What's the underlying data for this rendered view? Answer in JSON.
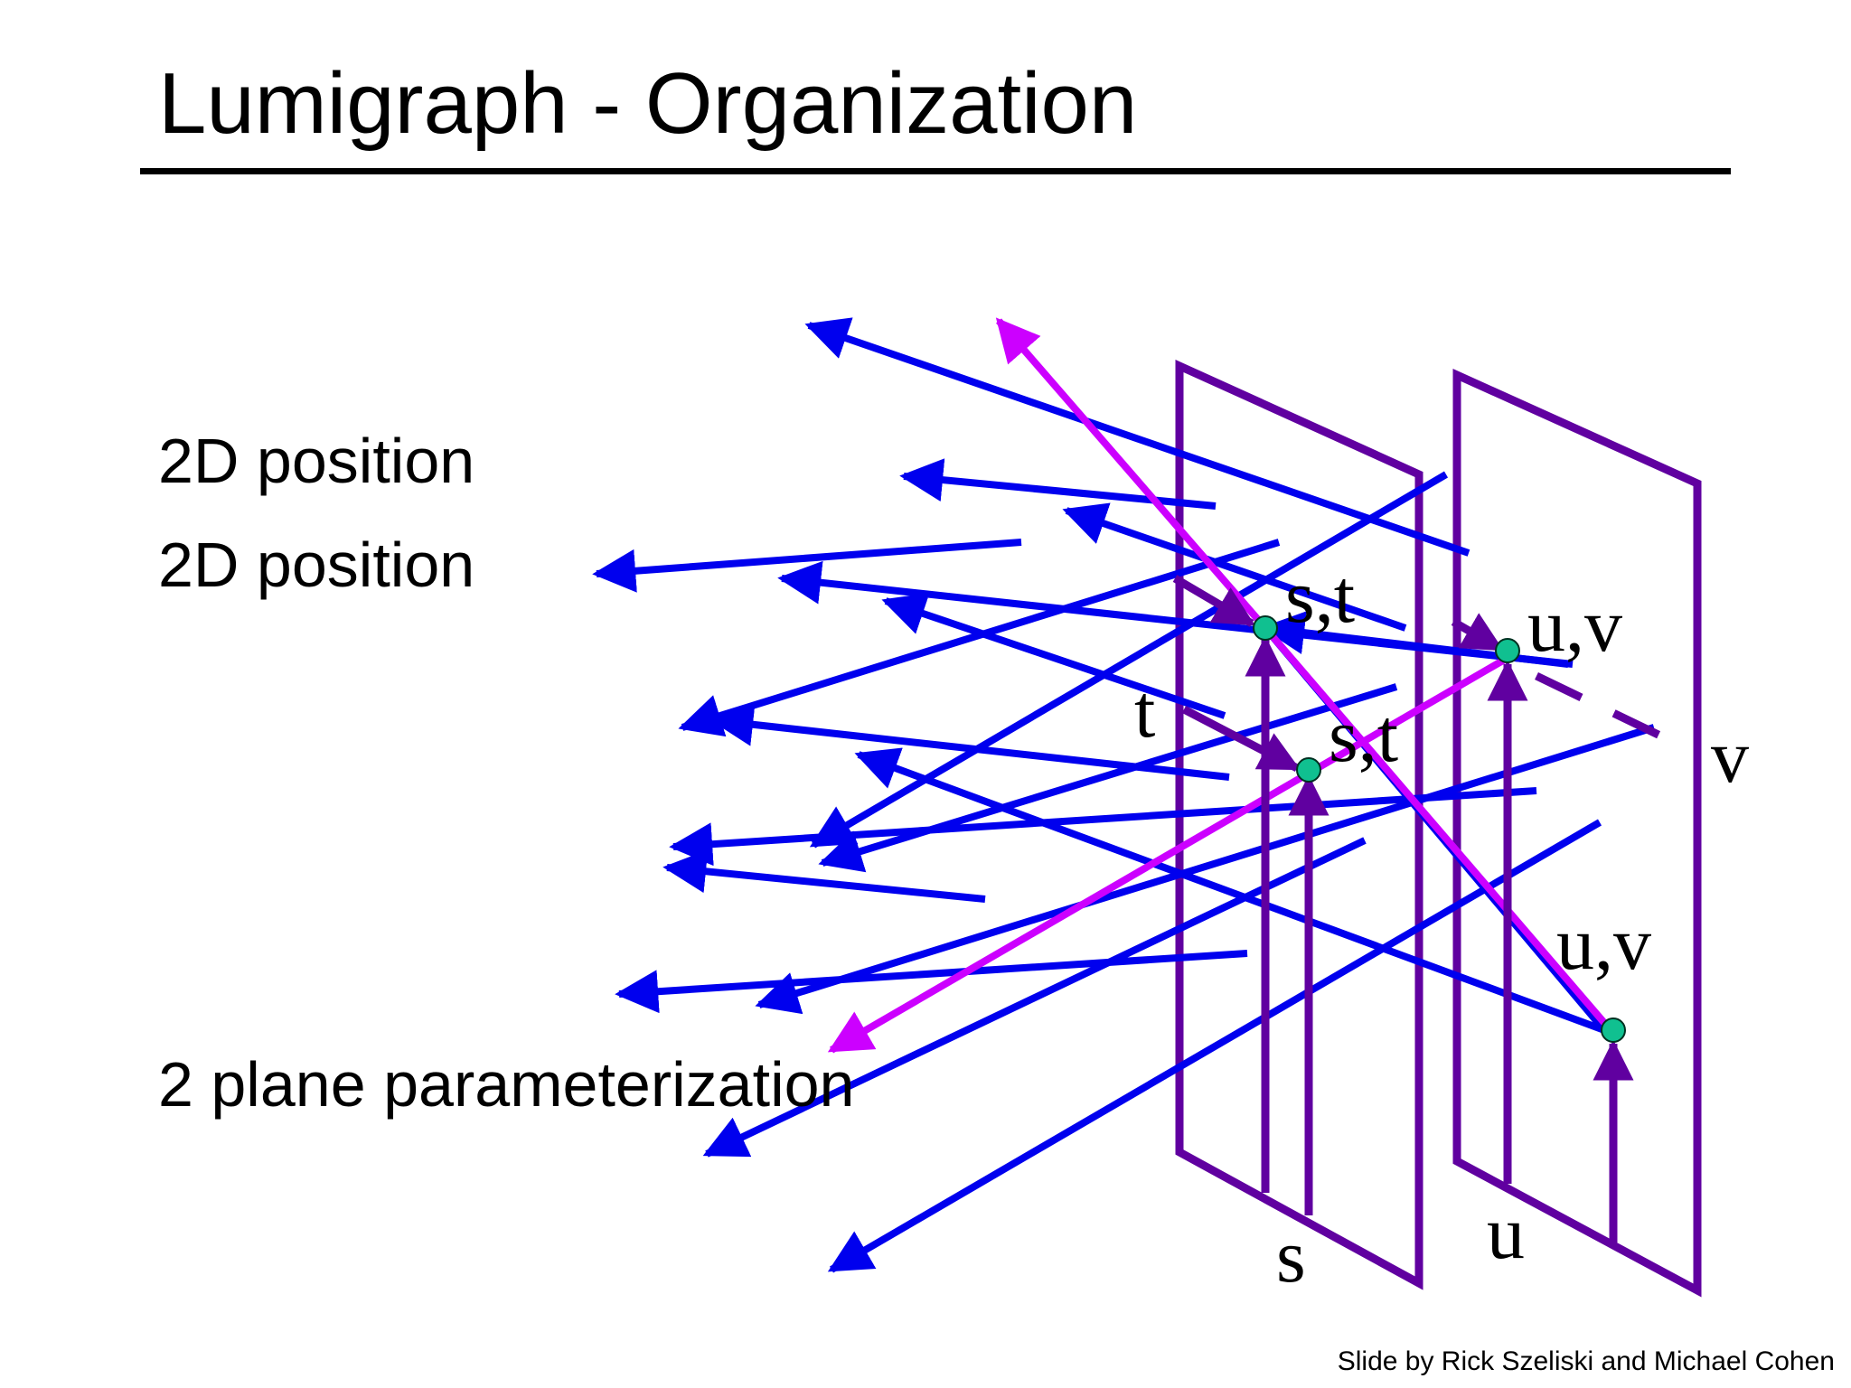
{
  "slide": {
    "title": "Lumigraph - Organization",
    "labels": [
      "2D position",
      "2D position",
      "2 plane parameterization"
    ],
    "credit": "Slide by Rick Szeliski and Michael Cohen"
  },
  "diagram": {
    "plane_labels": {
      "st_upper": "s,t",
      "st_lower": "s,t",
      "uv_upper": "u,v",
      "uv_lower": "u,v",
      "t_axis": "t",
      "s_axis": "s",
      "u_axis": "u",
      "v_axis": "v"
    },
    "colors": {
      "ray": "#0000ee",
      "plane": "#6000a0",
      "highlight_ray": "#cc00ff",
      "sample_point": "#10c090"
    }
  }
}
